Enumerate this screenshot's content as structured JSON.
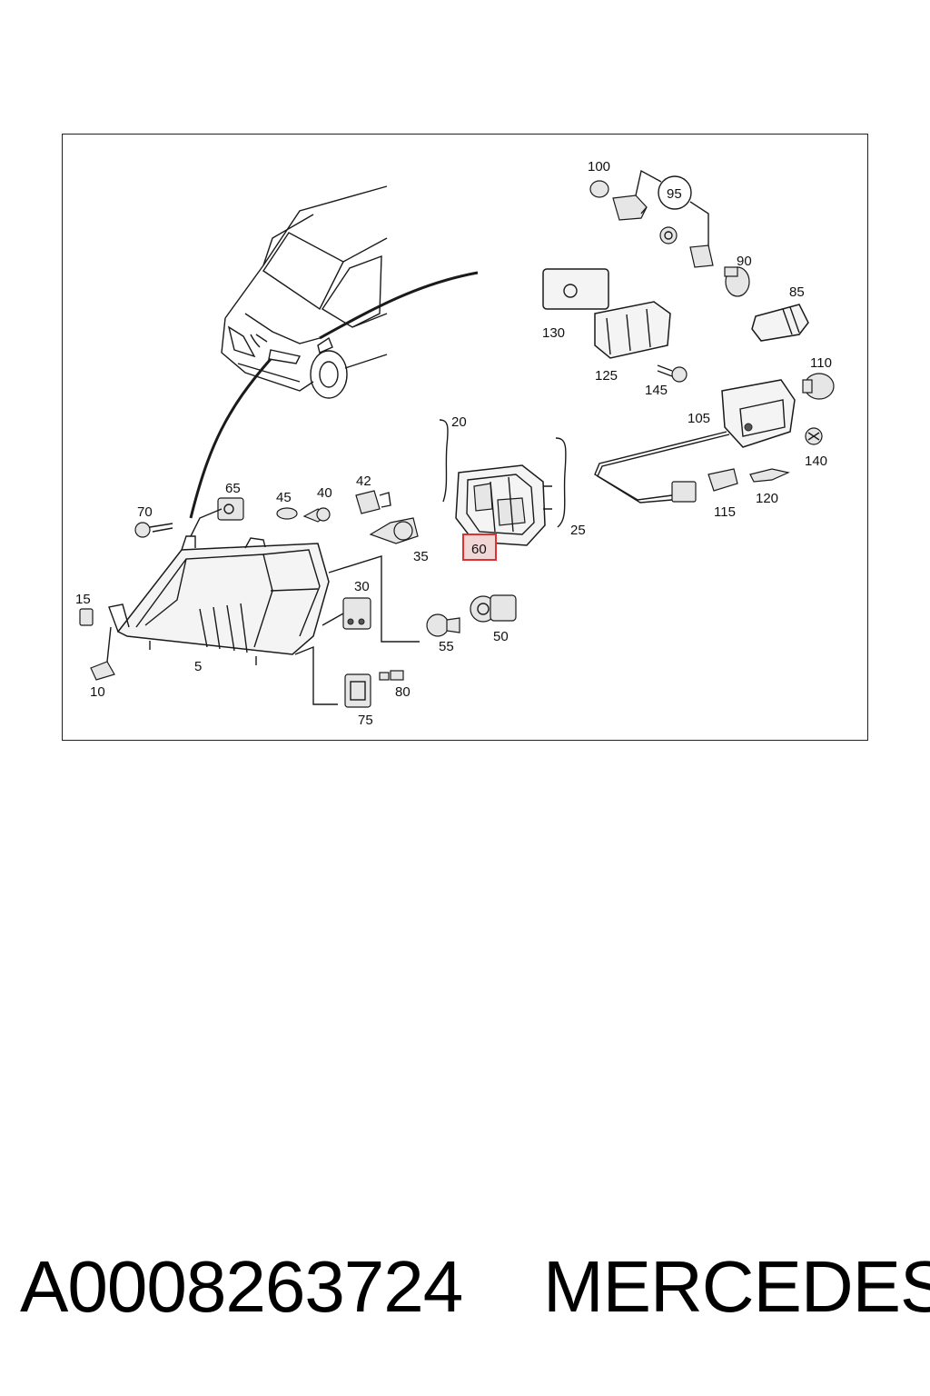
{
  "diagram": {
    "callouts": [
      {
        "id": "100",
        "text": "100"
      },
      {
        "id": "95",
        "text": "95"
      },
      {
        "id": "90",
        "text": "90"
      },
      {
        "id": "85",
        "text": "85"
      },
      {
        "id": "130",
        "text": "130"
      },
      {
        "id": "125",
        "text": "125"
      },
      {
        "id": "145",
        "text": "145"
      },
      {
        "id": "110",
        "text": "110"
      },
      {
        "id": "105",
        "text": "105"
      },
      {
        "id": "140",
        "text": "140"
      },
      {
        "id": "20",
        "text": "20"
      },
      {
        "id": "25",
        "text": "25"
      },
      {
        "id": "60",
        "text": "60"
      },
      {
        "id": "115",
        "text": "115"
      },
      {
        "id": "120",
        "text": "120"
      },
      {
        "id": "65",
        "text": "65"
      },
      {
        "id": "70",
        "text": "70"
      },
      {
        "id": "45",
        "text": "45"
      },
      {
        "id": "40",
        "text": "40"
      },
      {
        "id": "42",
        "text": "42"
      },
      {
        "id": "35",
        "text": "35"
      },
      {
        "id": "30",
        "text": "30"
      },
      {
        "id": "15",
        "text": "15"
      },
      {
        "id": "5",
        "text": "5"
      },
      {
        "id": "10",
        "text": "10"
      },
      {
        "id": "55",
        "text": "55"
      },
      {
        "id": "50",
        "text": "50"
      },
      {
        "id": "80",
        "text": "80"
      },
      {
        "id": "75",
        "text": "75"
      }
    ],
    "highlighted_callout": "60",
    "highlight_color": "#e03030"
  },
  "footer": {
    "part_number": "A0008263724",
    "brand": "MERCEDES"
  }
}
